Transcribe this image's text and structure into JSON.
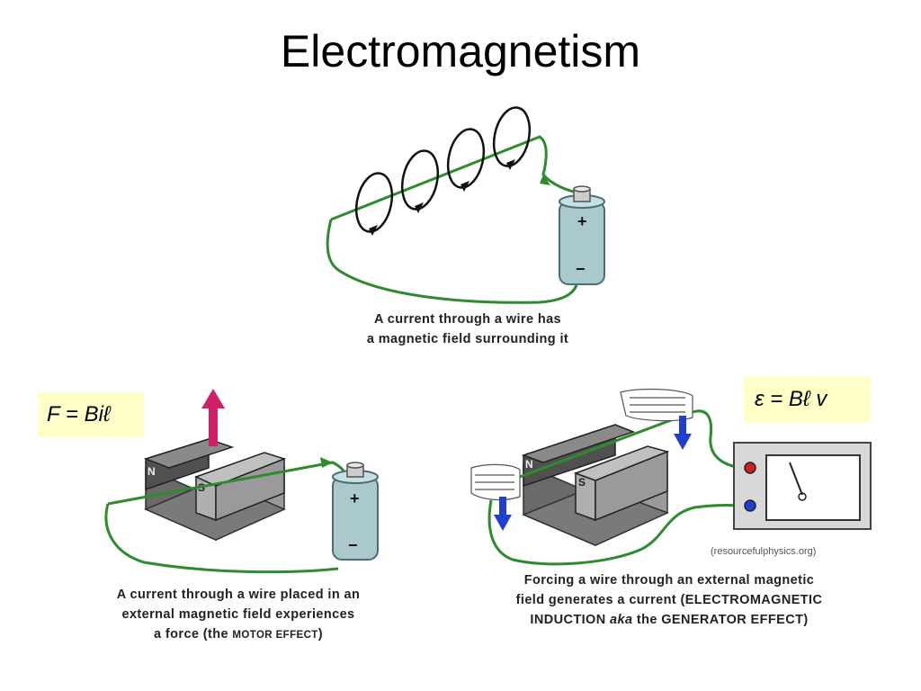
{
  "title": "Electromagnetism",
  "top_caption": {
    "line1": "A current through a wire has",
    "line2": "a magnetic field surrounding it"
  },
  "motor": {
    "equation": "F = Biℓ",
    "magnet_n": "N",
    "magnet_s": "S",
    "battery_plus": "+",
    "battery_minus": "−",
    "caption_line1": "A current through a wire placed in an",
    "caption_line2": "external magnetic field experiences",
    "caption_line3_a": "a force (the ",
    "caption_line3_b": "MOTOR EFFECT",
    "caption_line3_c": ")"
  },
  "generator": {
    "equation": "ε = Bℓ v",
    "magnet_n": "N",
    "magnet_s": "S",
    "credit": "(resourcefulphysics.org)",
    "caption_line1": "Forcing a wire through an external magnetic",
    "caption_line2": "field generates a current (ELECTROMAGNETIC",
    "caption_line3_a": "INDUCTION ",
    "caption_line3_b": "aka",
    "caption_line3_c": " the GENERATOR EFFECT)"
  },
  "top_battery": {
    "plus": "+",
    "minus": "−"
  },
  "colors": {
    "wire": "#2e8b2e",
    "battery": "#a9c9cc",
    "magnet": "#555555",
    "force_arrow": "#d0206a",
    "motion_arrow": "#1f3fd0",
    "eq_box": "#ffffc8"
  }
}
